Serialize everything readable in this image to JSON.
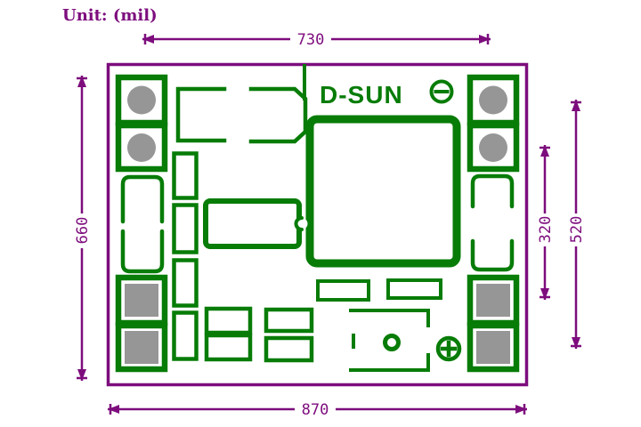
{
  "unit": {
    "label": "Unit:  (mil)"
  },
  "pcb": {
    "brand": "D-SUN",
    "polarity_negative_icon": "minus-in-circle",
    "polarity_positive_icon": "plus-in-circle",
    "features": [
      "4 corner pad pairs",
      "inductor outline",
      "ic outline with notch",
      "electrolytic capacitor outlines",
      "trimmer potentiometer outline"
    ]
  },
  "dimensions": {
    "top_width": "730",
    "bottom_width": "870",
    "left_height": "660",
    "right_inner_height": "320",
    "right_outer_height": "520"
  },
  "colors": {
    "dimension_lines": "#7d0d7d",
    "silkscreen": "#077c07",
    "pad_hole": "#969696",
    "background": "#ffffff"
  }
}
